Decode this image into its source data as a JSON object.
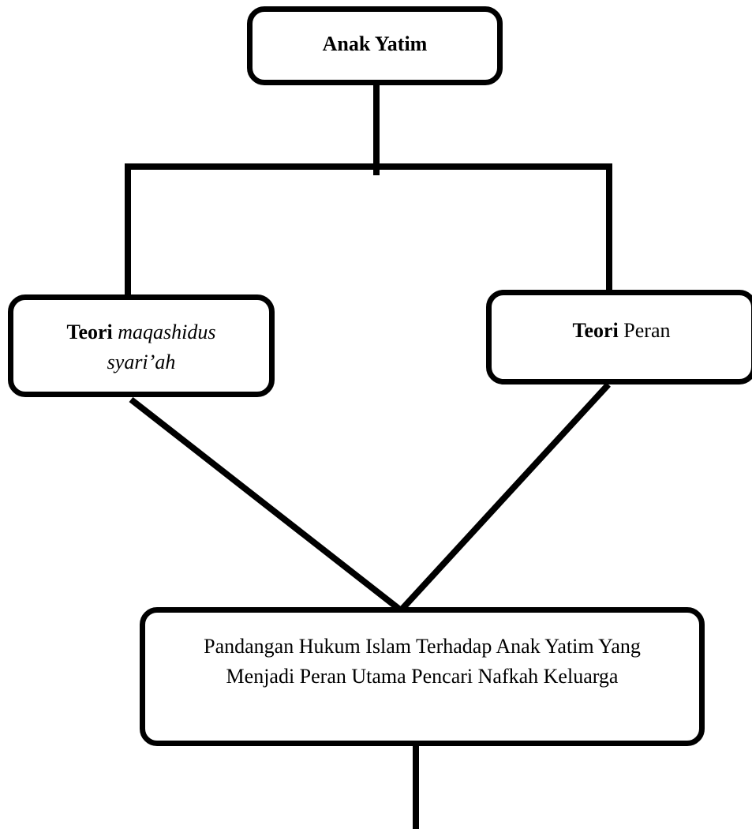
{
  "diagram": {
    "nodes": {
      "root": {
        "label": "Anak Yatim"
      },
      "left": {
        "prefix": "Teori",
        "term": "maqashidus syari’ah"
      },
      "right": {
        "prefix": "Teori",
        "term": "Peran"
      },
      "bottom": {
        "label": "Pandangan Hukum Islam Terhadap Anak Yatim Yang Menjadi Peran Utama Pencari Nafkah Keluarga"
      }
    },
    "edges": [
      {
        "from": "root",
        "to": "left"
      },
      {
        "from": "root",
        "to": "right"
      },
      {
        "from": "left",
        "to": "bottom"
      },
      {
        "from": "right",
        "to": "bottom"
      },
      {
        "from": "bottom",
        "to": "continuation"
      }
    ],
    "colors": {
      "line": "#000000",
      "box_border": "#000000",
      "box_fill": "#ffffff",
      "text": "#000000"
    }
  }
}
